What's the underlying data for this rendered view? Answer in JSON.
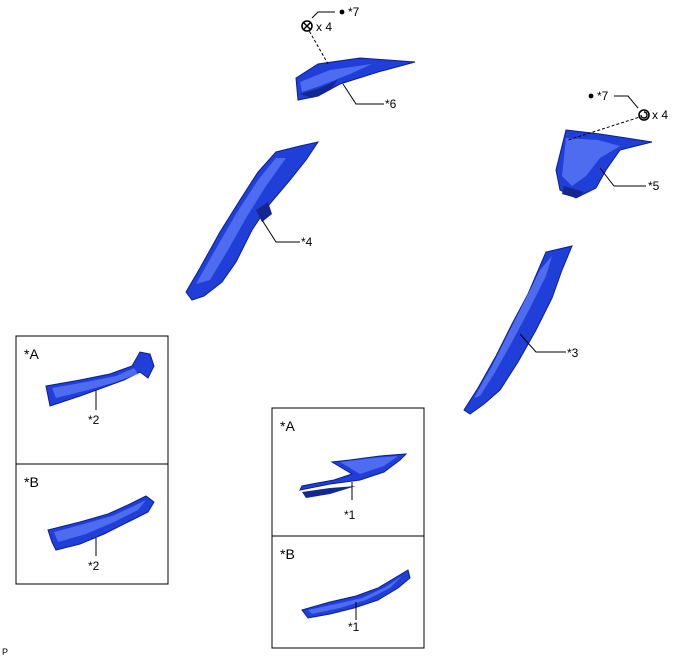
{
  "callouts": {
    "c1_top": "*1",
    "c1_bottom": "*1",
    "c2_top": "*2",
    "c2_bottom": "*2",
    "c3": "*3",
    "c4": "*4",
    "c5": "*5",
    "c6": "*6",
    "c7_left": "*7",
    "c7_right": "*7"
  },
  "quantities": {
    "left_clip_qty": "x 4",
    "right_clip_qty": "x 4"
  },
  "views": {
    "left_a": "*A",
    "left_b": "*B",
    "right_a": "*A",
    "right_b": "*B"
  },
  "corner_mark": "P",
  "colors": {
    "part_fill": "#1f3fd8",
    "part_edge": "#0b1f8f"
  }
}
